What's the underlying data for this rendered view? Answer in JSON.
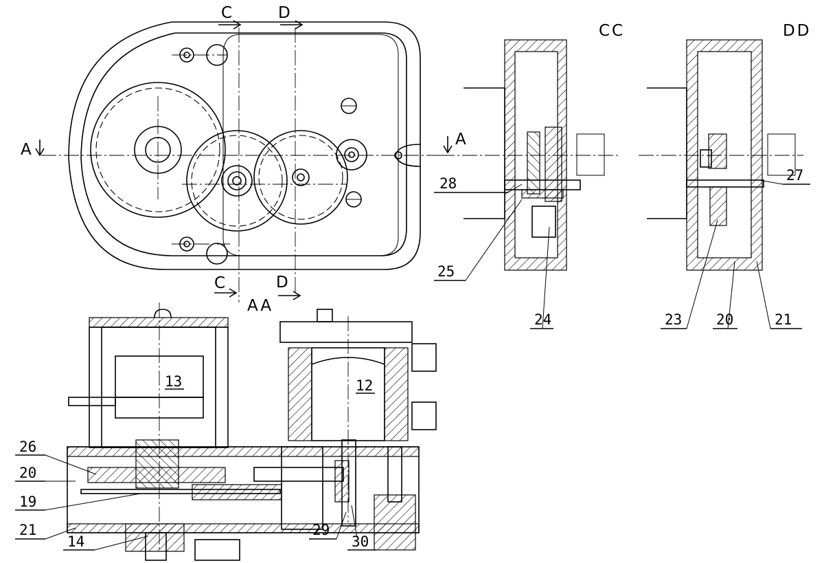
{
  "view_labels": {
    "section_cc": "CC",
    "section_dd": "DD",
    "section_aa": "AA"
  },
  "section_markers": {
    "a_left": "A",
    "a_right": "A",
    "c_top": "C",
    "c_bottom": "C",
    "d_top": "D",
    "d_bottom": "D"
  },
  "part_labels": {
    "p12": "12",
    "p13": "13",
    "p14": "14",
    "p19": "19",
    "p20_left": "20",
    "p20_dd": "20",
    "p21_left": "21",
    "p21_dd": "21",
    "p23": "23",
    "p24": "24",
    "p25": "25",
    "p26": "26",
    "p27": "27",
    "p28": "28",
    "p29": "29",
    "p30": "30"
  }
}
